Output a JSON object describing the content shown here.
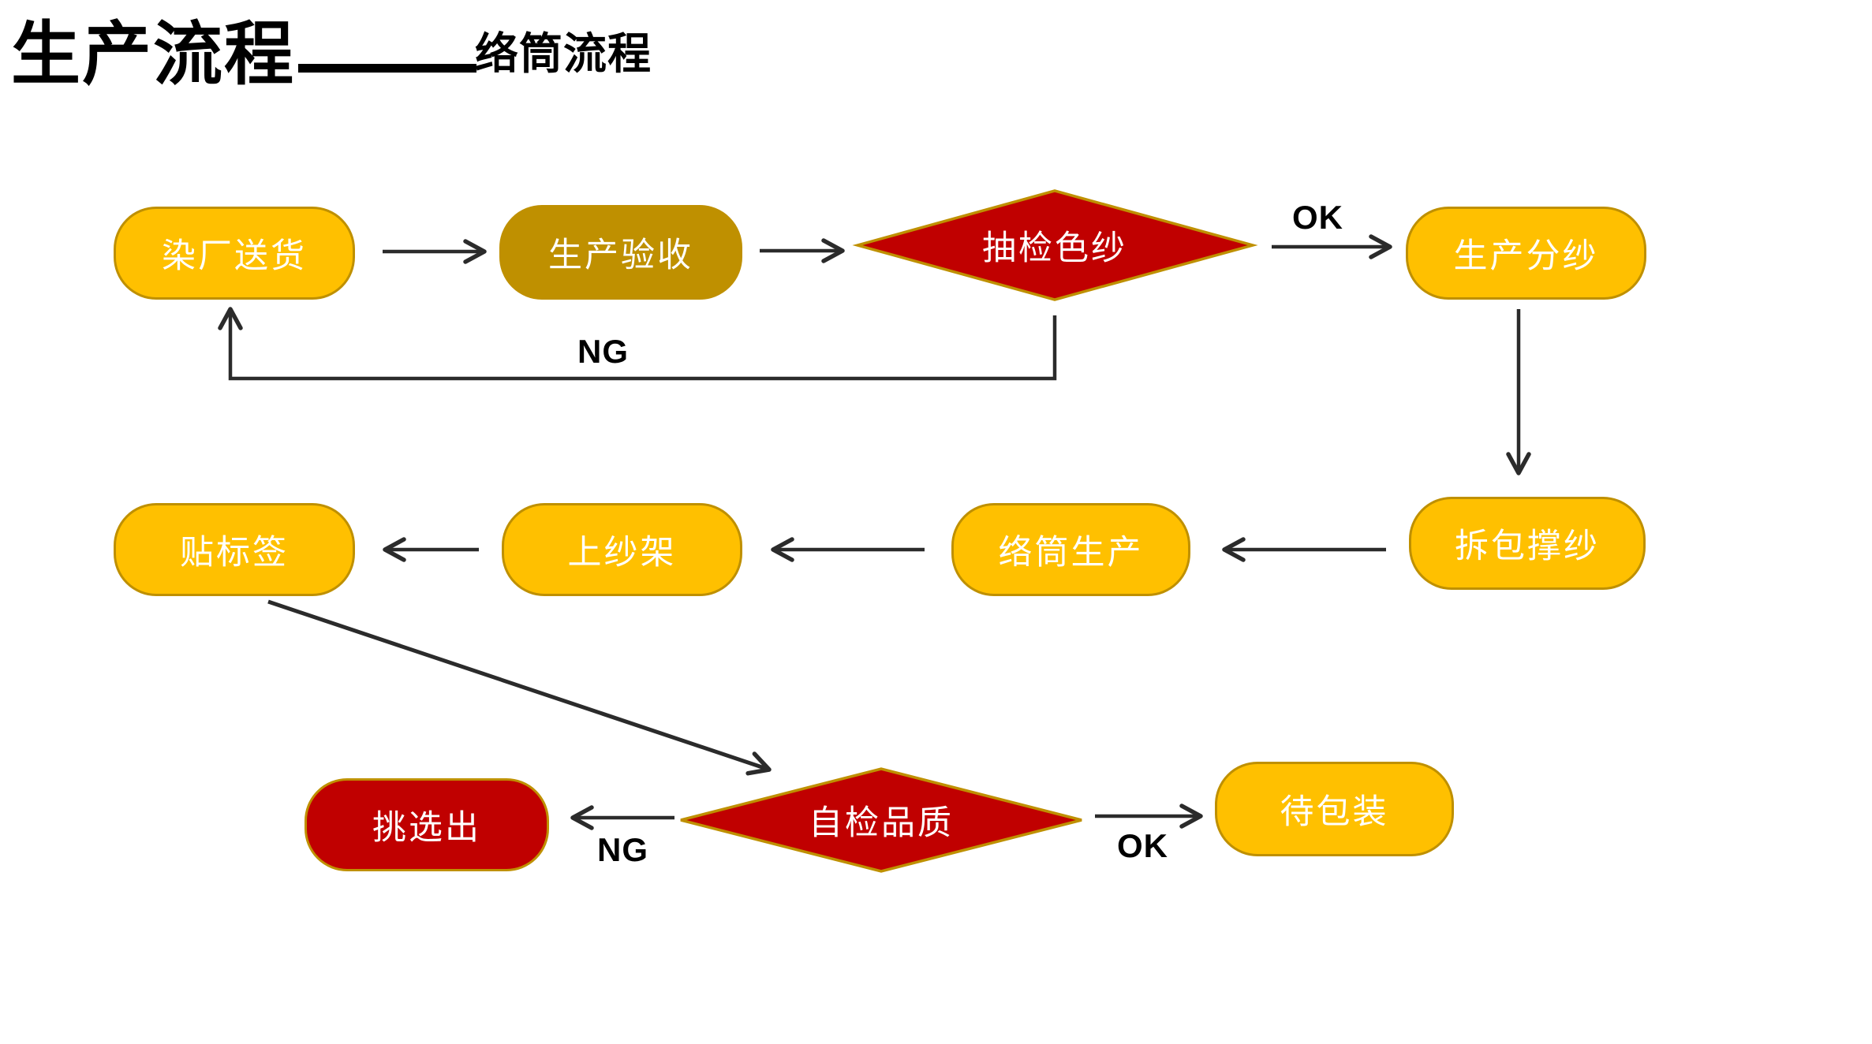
{
  "title": {
    "main": "生产流程",
    "separator": "——",
    "sub": "络筒流程"
  },
  "nodes": {
    "dye_delivery": {
      "label": "染厂送货",
      "shape": "rounded-rect",
      "color": "#FFC000"
    },
    "production_acceptance": {
      "label": "生产验收",
      "shape": "rounded-rect",
      "color": "#BF9000"
    },
    "spot_check_yarn": {
      "label": "抽检色纱",
      "shape": "diamond",
      "color": "#C00000"
    },
    "yarn_splitting": {
      "label": "生产分纱",
      "shape": "rounded-rect",
      "color": "#FFC000"
    },
    "unpack_stretch": {
      "label": "拆包撑纱",
      "shape": "rounded-rect",
      "color": "#FFC000"
    },
    "winding_production": {
      "label": "络筒生产",
      "shape": "rounded-rect",
      "color": "#FFC000"
    },
    "creel_loading": {
      "label": "上纱架",
      "shape": "rounded-rect",
      "color": "#FFC000"
    },
    "labeling": {
      "label": "贴标签",
      "shape": "rounded-rect",
      "color": "#FFC000"
    },
    "self_inspection": {
      "label": "自检品质",
      "shape": "diamond",
      "color": "#C00000"
    },
    "pick_out": {
      "label": "挑选出",
      "shape": "rounded-rect",
      "color": "#C00000"
    },
    "await_packing": {
      "label": "待包装",
      "shape": "rounded-rect",
      "color": "#FFC000"
    }
  },
  "edge_labels": {
    "ok_top": "OK",
    "ng_top": "NG",
    "ok_bottom": "OK",
    "ng_bottom": "NG"
  },
  "colors": {
    "gold_fill": "#FFC000",
    "gold_border": "#BF9000",
    "dark_gold": "#BF9000",
    "red_fill": "#C00000",
    "arrow": "#2B2B2B",
    "node_text": "#FFFFFF",
    "label_text": "#000000",
    "title_text": "#000000"
  }
}
